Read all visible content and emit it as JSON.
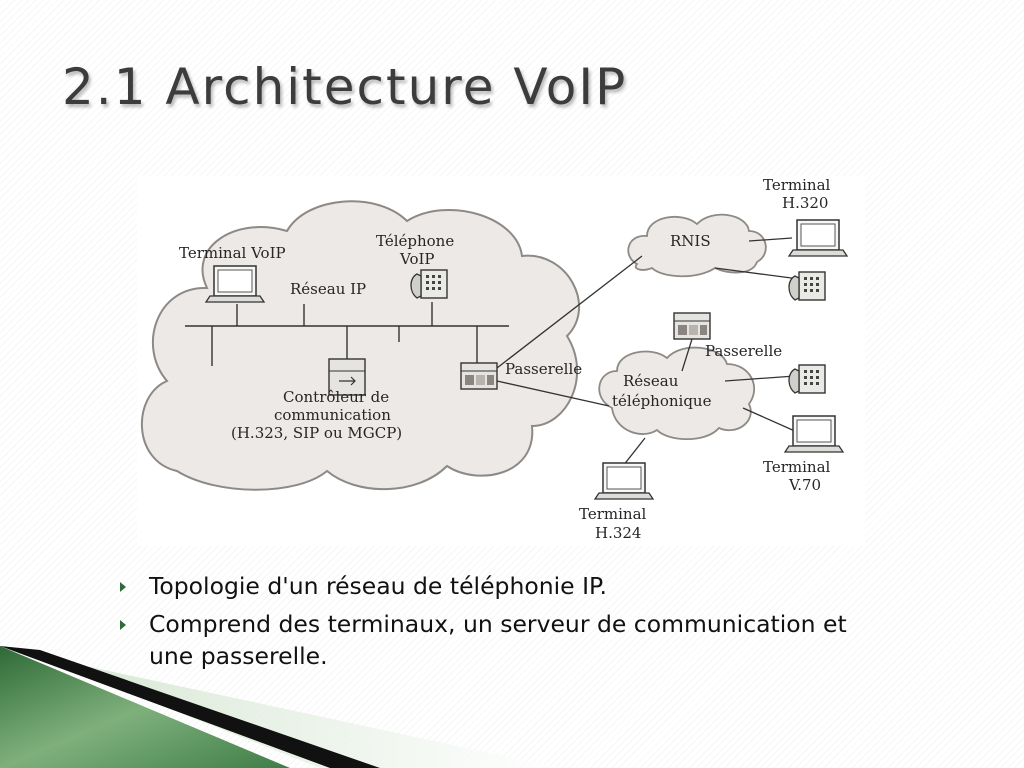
{
  "title": "2.1 Architecture VoIP",
  "diagram": {
    "terminal_voip": "Terminal VoIP",
    "telephone_voip_1": "Téléphone",
    "telephone_voip_2": "VoIP",
    "reseau_ip": "Réseau IP",
    "controleur_1": "Contrôleur de",
    "controleur_2": "communication",
    "controleur_3": "(H.323, SIP ou MGCP)",
    "passerelle_left": "Passerelle",
    "passerelle_right": "Passerelle",
    "rnis": "RNIS",
    "reseau_tel_1": "Réseau",
    "reseau_tel_2": "téléphonique",
    "terminal_h320_1": "Terminal",
    "terminal_h320_2": "H.320",
    "terminal_v70_1": "Terminal",
    "terminal_v70_2": "V.70",
    "terminal_h324_1": "Terminal",
    "terminal_h324_2": "H.324"
  },
  "bullets": [
    {
      "text": "Topologie d'un réseau de téléphonie IP."
    },
    {
      "text": "Comprend des terminaux, un serveur de communication et une passerelle."
    }
  ],
  "colors": {
    "title": "#3c3c3c",
    "bullet_arrow": "#2f6a3a",
    "cloud_fill": "#ece9e6",
    "cloud_stroke": "#8d8a86",
    "accent_green": "#3f7d48"
  },
  "icons": [
    "computer-icon",
    "telephone-icon",
    "gateway-icon",
    "server-icon",
    "bullet-arrow-icon"
  ]
}
